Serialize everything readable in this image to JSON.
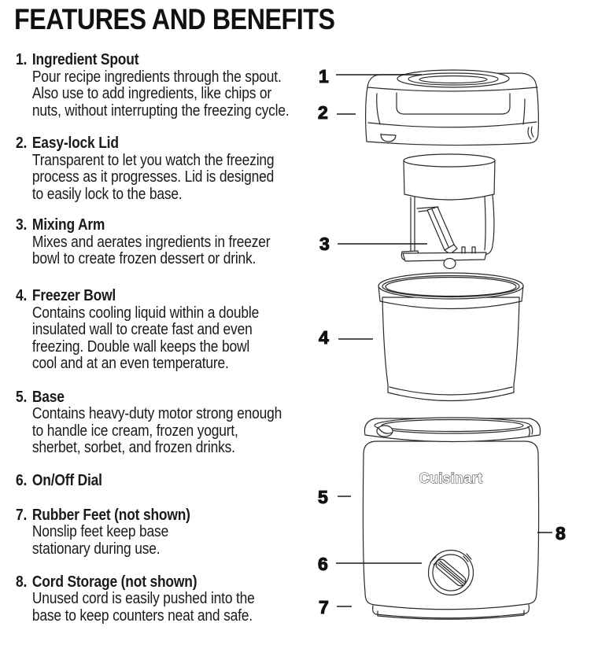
{
  "page": {
    "title": "FEATURES AND BENEFITS"
  },
  "sections": [
    {
      "num": "1.",
      "heading": "Ingredient Spout",
      "body": "Pour recipe ingredients through the spout.\nAlso use to add ingredients, like chips or\nnuts, without interrupting the freezing cycle."
    },
    {
      "num": "2.",
      "heading": "Easy-lock Lid",
      "body": "Transparent to let you watch the freezing\nprocess as it progresses. Lid is designed\nto easily lock to the base."
    },
    {
      "num": "3.",
      "heading": "Mixing Arm",
      "body": "Mixes and aerates ingredients in freezer\nbowl to create frozen dessert or drink."
    },
    {
      "num": "4.",
      "heading": "Freezer Bowl",
      "body": "Contains cooling liquid within a double\ninsulated wall to create fast and even\nfreezing. Double wall keeps the bowl\ncool and at an even temperature."
    },
    {
      "num": "5.",
      "heading": "Base",
      "body": "Contains heavy-duty motor strong enough\nto handle ice cream, frozen yogurt,\nsherbet, sorbet, and frozen drinks."
    },
    {
      "num": "6.",
      "heading": "On/Off Dial",
      "body": ""
    },
    {
      "num": "7.",
      "heading": "Rubber Feet (not shown)",
      "body": "Nonslip feet keep base\nstationary during use."
    },
    {
      "num": "8.",
      "heading": "Cord Storage (not shown)",
      "body": "Unused cord is easily pushed into the\nbase to keep counters neat and safe."
    }
  ],
  "diagram": {
    "brand": "Cuisinart",
    "callouts": [
      "1",
      "2",
      "3",
      "4",
      "5",
      "6",
      "7",
      "8"
    ],
    "ink_color": "#2a2a2a"
  }
}
